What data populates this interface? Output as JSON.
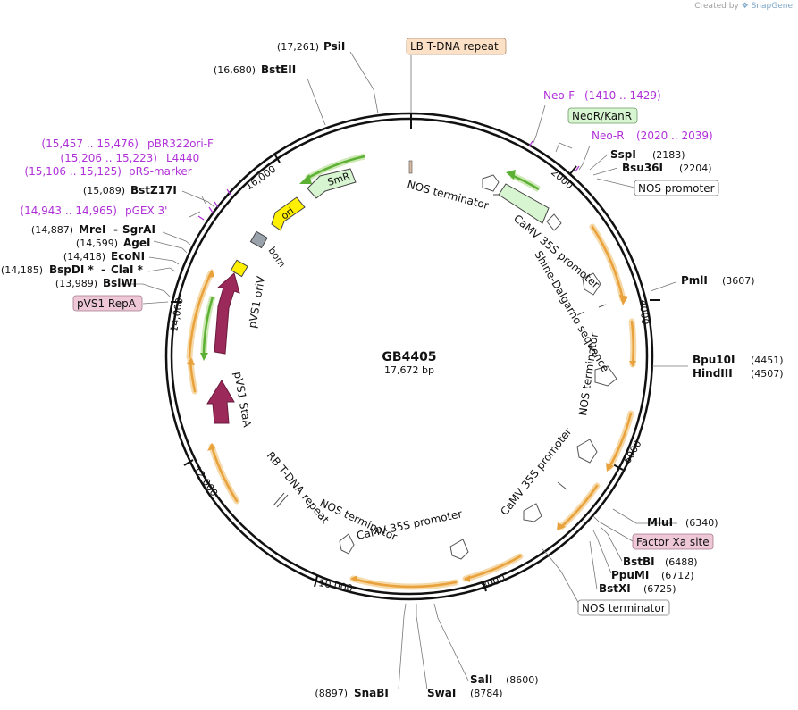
{
  "credit": {
    "prefix": "Created by",
    "brand": "SnapGene"
  },
  "plasmid": {
    "name": "GB4405",
    "length": "17,672 bp"
  },
  "ticks": [
    "2000",
    "4000",
    "6000",
    "8000",
    "10,000",
    "12,000",
    "14,000",
    "16,000"
  ],
  "sites": [
    {
      "name": "PsiI",
      "pos": "(17,261)"
    },
    {
      "name": "BstEII",
      "pos": "(16,680)"
    },
    {
      "name": "BstZ17I",
      "pos": "(15,089)"
    },
    {
      "name": "MreI",
      "name2": "SgrAI",
      "pos": "(14,887)"
    },
    {
      "name": "AgeI",
      "pos": "(14,599)"
    },
    {
      "name": "EcoNI",
      "pos": "(14,418)"
    },
    {
      "name": "BspDI *",
      "name2": "ClaI *",
      "pos": "(14,185)"
    },
    {
      "name": "BsiWI",
      "pos": "(13,989)"
    },
    {
      "name": "SspI",
      "pos": "(2183)"
    },
    {
      "name": "Bsu36I",
      "pos": "(2204)"
    },
    {
      "name": "PmlI",
      "pos": "(3607)"
    },
    {
      "name": "Bpu10I",
      "pos": "(4451)"
    },
    {
      "name": "HindIII",
      "pos": "(4507)"
    },
    {
      "name": "MluI",
      "pos": "(6340)"
    },
    {
      "name": "BstBI",
      "pos": "(6488)"
    },
    {
      "name": "PpuMI",
      "pos": "(6712)"
    },
    {
      "name": "BstXI",
      "pos": "(6725)"
    },
    {
      "name": "SalI",
      "pos": "(8600)"
    },
    {
      "name": "SwaI",
      "pos": "(8784)"
    },
    {
      "name": "SnaBI",
      "pos": "(8897)"
    }
  ],
  "primers": [
    {
      "name": "Neo-F",
      "range": "(1410 .. 1429)"
    },
    {
      "name": "Neo-R",
      "range": "(2020 .. 2039)"
    },
    {
      "name": "pBR322ori-F",
      "range": "(15,457 .. 15,476)"
    },
    {
      "name": "L4440",
      "range": "(15,206 .. 15,223)"
    },
    {
      "name": "pRS-marker",
      "range": "(15,106 .. 15,125)"
    },
    {
      "name": "pGEX 3'",
      "range": "(14,943 .. 14,965)"
    }
  ],
  "boxed": [
    {
      "name": "LB T-DNA repeat",
      "color": "#fde1c6"
    },
    {
      "name": "NeoR/KanR",
      "color": "#d7f5d0"
    },
    {
      "name": "NOS promoter",
      "color": "#ffffff"
    },
    {
      "name": "Factor Xa site",
      "color": "#eec8d6"
    },
    {
      "name": "NOS terminator",
      "color": "#ffffff"
    },
    {
      "name": "pVS1 RepA",
      "color": "#eec8d6"
    }
  ],
  "inner": {
    "nos_terminator_1": "NOS terminator",
    "camv_1": "CaMV 35S promoter",
    "shine": "Shine-Dalgarno sequence",
    "nos_terminator_2": "NOS terminator",
    "camv_2": "CaMV 35S promoter",
    "nos_terminator_3": "NOS terminator",
    "camv_3": "CaMV 35S promoter",
    "rb": "RB T-DNA repeat",
    "smr": "SmR",
    "ori": "ori",
    "bom": "bom",
    "pvs1_oriv": "pVS1 oriV",
    "pvs1_stas": "pVS1 StaA"
  },
  "colors": {
    "backbone": "#111111",
    "orange": "#e9a23b",
    "orange_glow": "#f6d9a9",
    "green": "#5cb034",
    "neor_fill": "#d7f5d0",
    "smr_fill": "#d7f5d0",
    "ori_fill": "#ffef00",
    "bom_fill": "#9aa3ab",
    "pvs1_fill": "#9b2a5a",
    "primer": "#b030d8"
  }
}
